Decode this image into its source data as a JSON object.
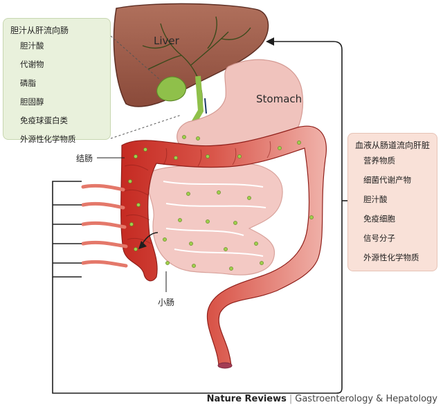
{
  "labels": {
    "liver": "Liver",
    "stomach": "Stomach",
    "colon": "结肠",
    "small_intestine": "小肠"
  },
  "left_box": {
    "title": "胆汁从肝流向肠",
    "items": [
      "胆汁酸",
      "代谢物",
      "磷脂",
      "胆固醇",
      "免疫球蛋白类",
      "外源性化学物质"
    ]
  },
  "right_box": {
    "title": "血液从肠道流向肝脏",
    "items": [
      "营养物质",
      "细菌代谢产物",
      "胆汁酸",
      "免疫细胞",
      "信号分子",
      "外源性化学物质"
    ]
  },
  "footer": {
    "brand": "Nature Reviews",
    "separator": "|",
    "journal": "Gastroenterology & Hepatology"
  },
  "colors": {
    "liver": "#9c5a48",
    "gallbladder": "#8fc04a",
    "stomach": "#f0c3bd",
    "colon_dark": "#c8322a",
    "small_intestine": "#f3c9c4",
    "dots": "#9fcf4c",
    "left_box_bg": "#e9f1dc",
    "right_box_bg": "#f9e1d8"
  }
}
